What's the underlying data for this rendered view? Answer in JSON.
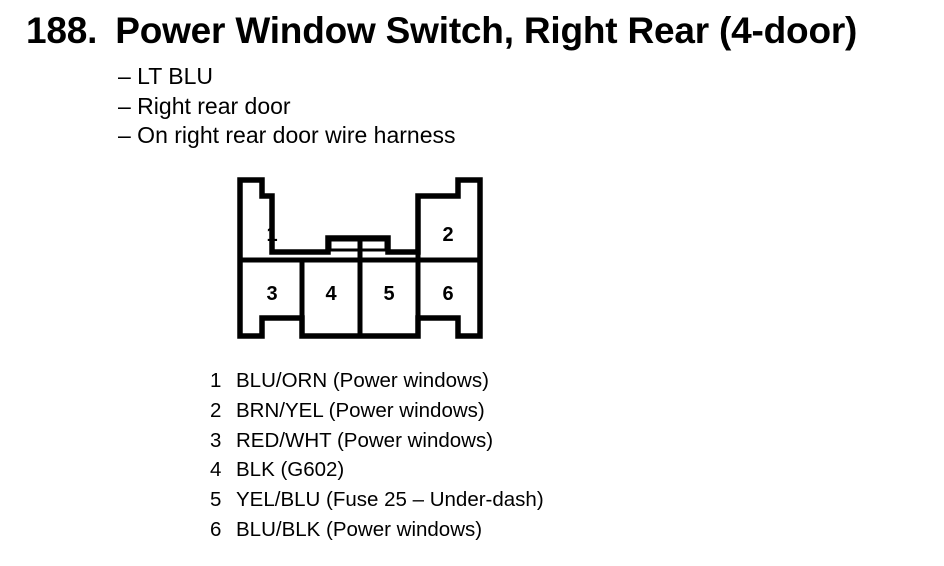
{
  "title": {
    "number": "188.",
    "text": "Power Window Switch, Right Rear (4-door)"
  },
  "info": [
    "– LT BLU",
    "– Right rear door",
    "– On right rear door wire harness"
  ],
  "connector": {
    "cavities": [
      "1",
      "2",
      "3",
      "4",
      "5",
      "6"
    ]
  },
  "pins": [
    {
      "num": "1",
      "desc": "BLU/ORN (Power windows)"
    },
    {
      "num": "2",
      "desc": "BRN/YEL (Power windows)"
    },
    {
      "num": "3",
      "desc": "RED/WHT (Power windows)"
    },
    {
      "num": "4",
      "desc": "BLK (G602)"
    },
    {
      "num": "5",
      "desc": "YEL/BLU (Fuse 25 – Under-dash)"
    },
    {
      "num": "6",
      "desc": "BLU/BLK (Power windows)"
    }
  ]
}
